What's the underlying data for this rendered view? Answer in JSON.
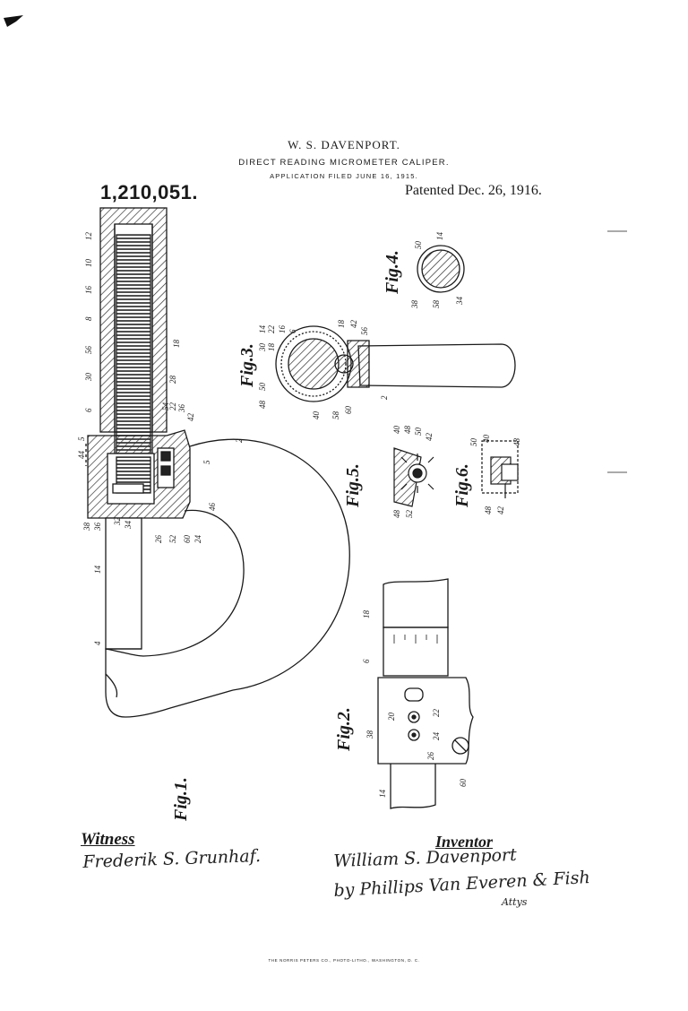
{
  "header": {
    "inventor_name": "W. S. DAVENPORT.",
    "title": "DIRECT READING MICROMETER CALIPER.",
    "application_filed": "APPLICATION FILED JUNE 16, 1915.",
    "patent_number": "1,210,051.",
    "patented_date": "Patented Dec. 26, 1916."
  },
  "figures": {
    "fig1": "Fig.1.",
    "fig2": "Fig.2.",
    "fig3": "Fig.3.",
    "fig4": "Fig.4.",
    "fig5": "Fig.5.",
    "fig6": "Fig.6."
  },
  "reference_numerals": {
    "fig1": [
      "12",
      "10",
      "16",
      "8",
      "56",
      "30",
      "28",
      "18",
      "6",
      "54",
      "22",
      "36",
      "42",
      "5",
      "2",
      "44",
      "5",
      "38",
      "36",
      "32",
      "34",
      "26",
      "52",
      "60",
      "24",
      "46",
      "14",
      "4"
    ],
    "fig2": [
      "18",
      "6",
      "20",
      "22",
      "38",
      "24",
      "26",
      "60",
      "14"
    ],
    "fig3": [
      "14",
      "22",
      "16",
      "6",
      "30",
      "18",
      "48",
      "30",
      "50",
      "48",
      "40",
      "58",
      "60",
      "42",
      "56",
      "2"
    ],
    "fig4": [
      "14",
      "50",
      "38",
      "58",
      "34"
    ],
    "fig5": [
      "40",
      "48",
      "50",
      "42",
      "48",
      "52"
    ],
    "fig6": [
      "50",
      "40",
      "48",
      "48",
      "42"
    ]
  },
  "footer": {
    "witness_heading": "Witness",
    "witness_signature": "Frederik S. Grunhaf.",
    "inventor_heading": "Inventor",
    "inventor_signature": "William S. Davenport",
    "attorney_signature": "by Phillips Van Everen & Fish",
    "attorney_suffix": "Attys",
    "printer_line": "THE NORRIS PETERS CO., PHOTO-LITHO., WASHINGTON, D. C."
  }
}
